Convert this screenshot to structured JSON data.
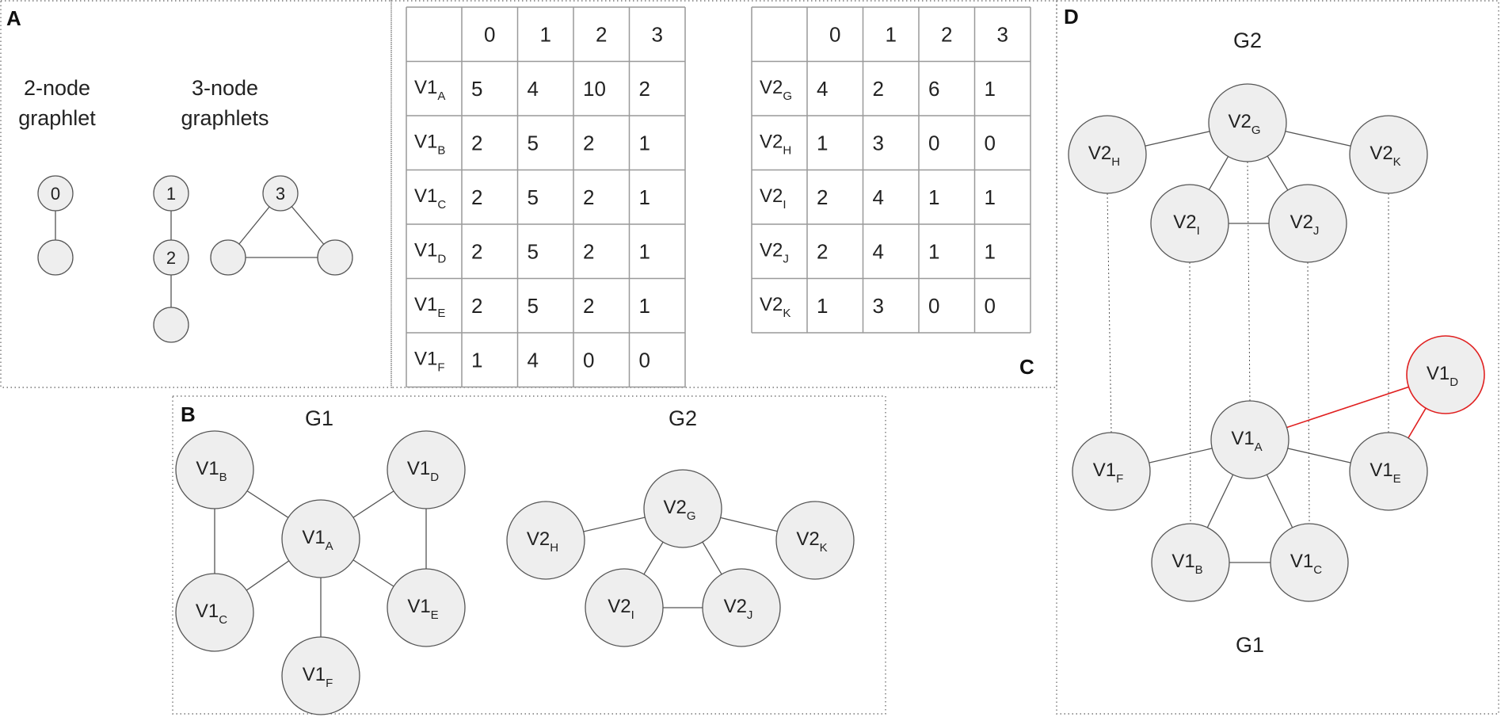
{
  "panels": {
    "A": {
      "label": "A",
      "caption_2node": [
        "2-node",
        "graphlet"
      ],
      "caption_3node": [
        "3-node",
        "graphlets"
      ],
      "orbits": [
        "0",
        "1",
        "2",
        "3"
      ]
    },
    "B": {
      "label": "B",
      "g1_title": "G1",
      "g2_title": "G2",
      "g1_nodes": [
        {
          "id": "V1_A",
          "base": "V1",
          "sub": "A"
        },
        {
          "id": "V1_B",
          "base": "V1",
          "sub": "B"
        },
        {
          "id": "V1_C",
          "base": "V1",
          "sub": "C"
        },
        {
          "id": "V1_D",
          "base": "V1",
          "sub": "D"
        },
        {
          "id": "V1_E",
          "base": "V1",
          "sub": "E"
        },
        {
          "id": "V1_F",
          "base": "V1",
          "sub": "F"
        }
      ],
      "g1_edges": [
        [
          "V1_A",
          "V1_B"
        ],
        [
          "V1_A",
          "V1_C"
        ],
        [
          "V1_A",
          "V1_D"
        ],
        [
          "V1_A",
          "V1_E"
        ],
        [
          "V1_A",
          "V1_F"
        ],
        [
          "V1_B",
          "V1_C"
        ],
        [
          "V1_D",
          "V1_E"
        ]
      ],
      "g2_nodes": [
        {
          "id": "V2_G",
          "base": "V2",
          "sub": "G"
        },
        {
          "id": "V2_H",
          "base": "V2",
          "sub": "H"
        },
        {
          "id": "V2_I",
          "base": "V2",
          "sub": "I"
        },
        {
          "id": "V2_J",
          "base": "V2",
          "sub": "J"
        },
        {
          "id": "V2_K",
          "base": "V2",
          "sub": "K"
        }
      ],
      "g2_edges": [
        [
          "V2_G",
          "V2_H"
        ],
        [
          "V2_G",
          "V2_I"
        ],
        [
          "V2_G",
          "V2_J"
        ],
        [
          "V2_G",
          "V2_K"
        ],
        [
          "V2_I",
          "V2_J"
        ]
      ]
    },
    "C": {
      "label": "C",
      "columns": [
        "0",
        "1",
        "2",
        "3"
      ],
      "table1": [
        {
          "base": "V1",
          "sub": "A",
          "values": [
            "5",
            "4",
            "10",
            "2"
          ]
        },
        {
          "base": "V1",
          "sub": "B",
          "values": [
            "2",
            "5",
            "2",
            "1"
          ]
        },
        {
          "base": "V1",
          "sub": "C",
          "values": [
            "2",
            "5",
            "2",
            "1"
          ]
        },
        {
          "base": "V1",
          "sub": "D",
          "values": [
            "2",
            "5",
            "2",
            "1"
          ]
        },
        {
          "base": "V1",
          "sub": "E",
          "values": [
            "2",
            "5",
            "2",
            "1"
          ]
        },
        {
          "base": "V1",
          "sub": "F",
          "values": [
            "1",
            "4",
            "0",
            "0"
          ]
        }
      ],
      "table2": [
        {
          "base": "V2",
          "sub": "G",
          "values": [
            "4",
            "2",
            "6",
            "1"
          ]
        },
        {
          "base": "V2",
          "sub": "H",
          "values": [
            "1",
            "3",
            "0",
            "0"
          ]
        },
        {
          "base": "V2",
          "sub": "I",
          "values": [
            "2",
            "4",
            "1",
            "1"
          ]
        },
        {
          "base": "V2",
          "sub": "J",
          "values": [
            "2",
            "4",
            "1",
            "1"
          ]
        },
        {
          "base": "V2",
          "sub": "K",
          "values": [
            "1",
            "3",
            "0",
            "0"
          ]
        }
      ]
    },
    "D": {
      "label": "D",
      "g2_title": "G2",
      "g1_title": "G1",
      "g2_nodes": [
        {
          "id": "V2_G",
          "base": "V2",
          "sub": "G"
        },
        {
          "id": "V2_H",
          "base": "V2",
          "sub": "H"
        },
        {
          "id": "V2_K",
          "base": "V2",
          "sub": "K"
        },
        {
          "id": "V2_I",
          "base": "V2",
          "sub": "I"
        },
        {
          "id": "V2_J",
          "base": "V2",
          "sub": "J"
        }
      ],
      "g1_nodes": [
        {
          "id": "V1_A",
          "base": "V1",
          "sub": "A"
        },
        {
          "id": "V1_F",
          "base": "V1",
          "sub": "F"
        },
        {
          "id": "V1_E",
          "base": "V1",
          "sub": "E"
        },
        {
          "id": "V1_B",
          "base": "V1",
          "sub": "B"
        },
        {
          "id": "V1_C",
          "base": "V1",
          "sub": "C"
        },
        {
          "id": "V1_D",
          "base": "V1",
          "sub": "D",
          "highlight": true
        }
      ],
      "g2_edges": [
        [
          "V2_G",
          "V2_H"
        ],
        [
          "V2_G",
          "V2_K"
        ],
        [
          "V2_G",
          "V2_I"
        ],
        [
          "V2_G",
          "V2_J"
        ],
        [
          "V2_I",
          "V2_J"
        ]
      ],
      "g1_edges": [
        [
          "V1_A",
          "V1_F"
        ],
        [
          "V1_A",
          "V1_E"
        ],
        [
          "V1_A",
          "V1_B"
        ],
        [
          "V1_A",
          "V1_C"
        ],
        [
          "V1_B",
          "V1_C"
        ]
      ],
      "highlight_edges": [
        [
          "V1_A",
          "V1_D"
        ],
        [
          "V1_E",
          "V1_D"
        ]
      ],
      "alignments": [
        [
          "V2_H",
          "V1_F"
        ],
        [
          "V2_G",
          "V1_A"
        ],
        [
          "V2_I",
          "V1_B"
        ],
        [
          "V2_J",
          "V1_C"
        ],
        [
          "V2_K",
          "V1_E"
        ]
      ],
      "highlight_color": "#e02020"
    }
  }
}
